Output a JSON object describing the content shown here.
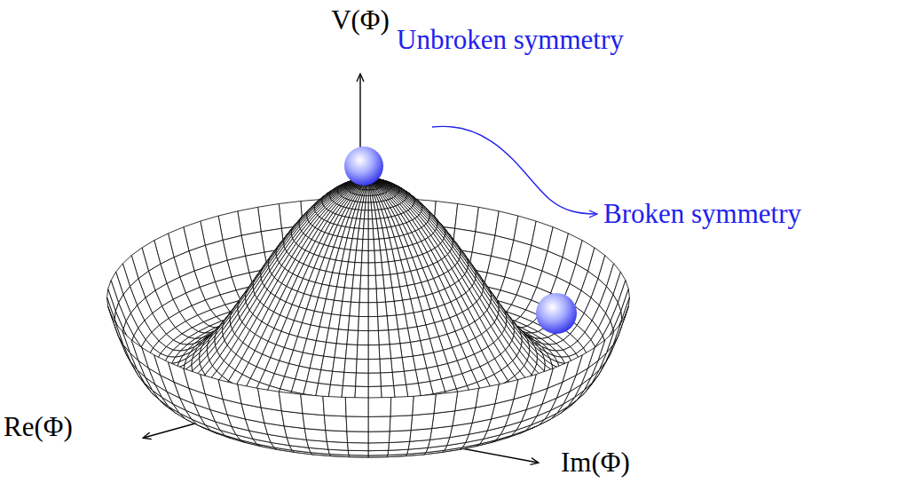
{
  "diagram": {
    "labels": [
      "V(Φ)",
      "Unbroken symmetry",
      "Broken symmetry",
      "Re(Φ)",
      "Im(Φ)"
    ]
  }
}
